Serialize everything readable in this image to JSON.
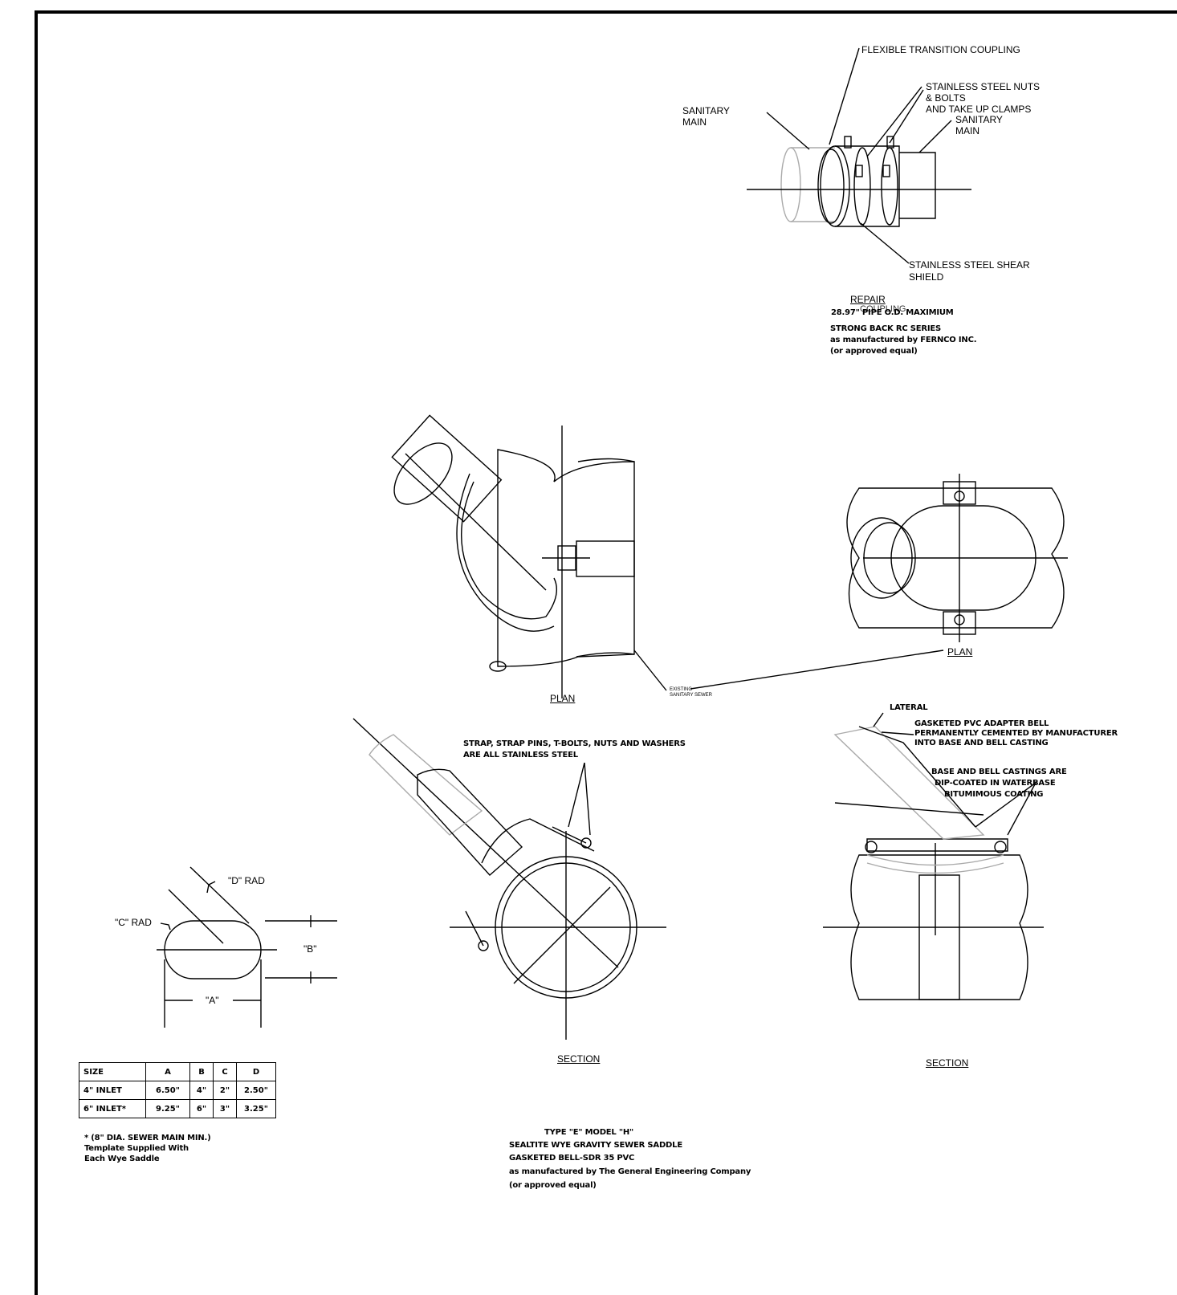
{
  "coupling": {
    "flexible_label": "FLEXIBLE TRANSITION  COUPLING",
    "nuts_label": [
      "STAINLESS  STEEL NUTS",
      "& BOLTS",
      "AND  TAKE UP CLAMPS"
    ],
    "main_left": [
      "SANITARY",
      "MAIN"
    ],
    "main_right": [
      "SANITARY",
      "MAIN"
    ],
    "shear_label": [
      "STAINLESS STEEL SHEAR",
      "SHIELD"
    ],
    "title": "REPAIR",
    "title2": "COUPLING",
    "notes": [
      "28.97\" PIPE O.D. MAXIMIUM",
      "STRONG BACK RC SERIES",
      "as manufactured by FERNCO INC.",
      "(or approved equal)"
    ]
  },
  "saddle": {
    "plan_label": "PLAN",
    "plan_right_label": "PLAN",
    "existing_label": [
      "EXISTING",
      "SANITARY SEWER"
    ],
    "strap_note": [
      "STRAP, STRAP PINS, T-BOLTS, NUTS AND WASHERS",
      "ARE ALL STAINLESS STEEL"
    ],
    "lateral": "LATERAL",
    "adapter_note": [
      "GASKETED PVC ADAPTER BELL",
      "PERMANENTLY CEMENTED BY MANUFACTURER",
      "INTO BASE AND BELL CASTING"
    ],
    "casting_note": [
      "BASE AND BELL CASTINGS ARE",
      "DIP-COATED IN WATERBASE",
      "BITUMIMOUS COATING"
    ],
    "section_label": "SECTION",
    "section_right_label": "SECTION",
    "notes": [
      "TYPE \"E\" MODEL \"H\"",
      "SEALTITE WYE GRAVITY SEWER SADDLE",
      "GASKETED BELL-SDR 35 PVC",
      "as manufactured by The General Engineering Company",
      "(or approved equal)"
    ]
  },
  "template": {
    "d_rad": "\"D\" RAD",
    "c_rad": "\"C\" RAD",
    "b": "\"B\"",
    "a": "\"A\"",
    "table_header": [
      "SIZE",
      "A",
      "B",
      "C",
      "D"
    ],
    "table_rows": [
      [
        "4\" INLET",
        "6.50\"",
        "4\"",
        "2\"",
        "2.50\""
      ],
      [
        "6\" INLET*",
        "9.25\"",
        "6\"",
        "3\"",
        "3.25\""
      ]
    ],
    "footnote": [
      "* (8\" DIA. SEWER MAIN MIN.)",
      "Template Supplied With",
      "Each Wye Saddle"
    ]
  }
}
